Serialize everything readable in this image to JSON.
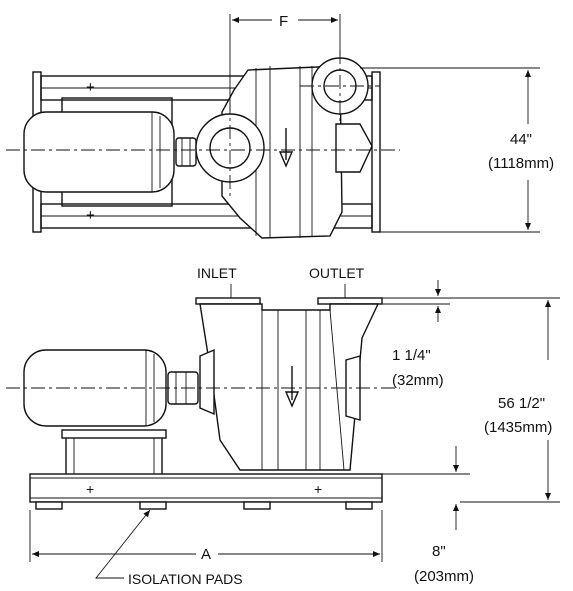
{
  "labels": {
    "f": "F",
    "a": "A",
    "inlet": "INLET",
    "outlet": "OUTLET",
    "isolation_pads": "ISOLATION PADS"
  },
  "dimensions": {
    "width_in": "44\"",
    "width_mm": "(1118mm)",
    "flange_in": "1 1/4\"",
    "flange_mm": "(32mm)",
    "height_in": "56 1/2\"",
    "height_mm": "(1435mm)",
    "base_in": "8\"",
    "base_mm": "(203mm)"
  },
  "colors": {
    "ink": "#111111",
    "paper": "#ffffff"
  }
}
